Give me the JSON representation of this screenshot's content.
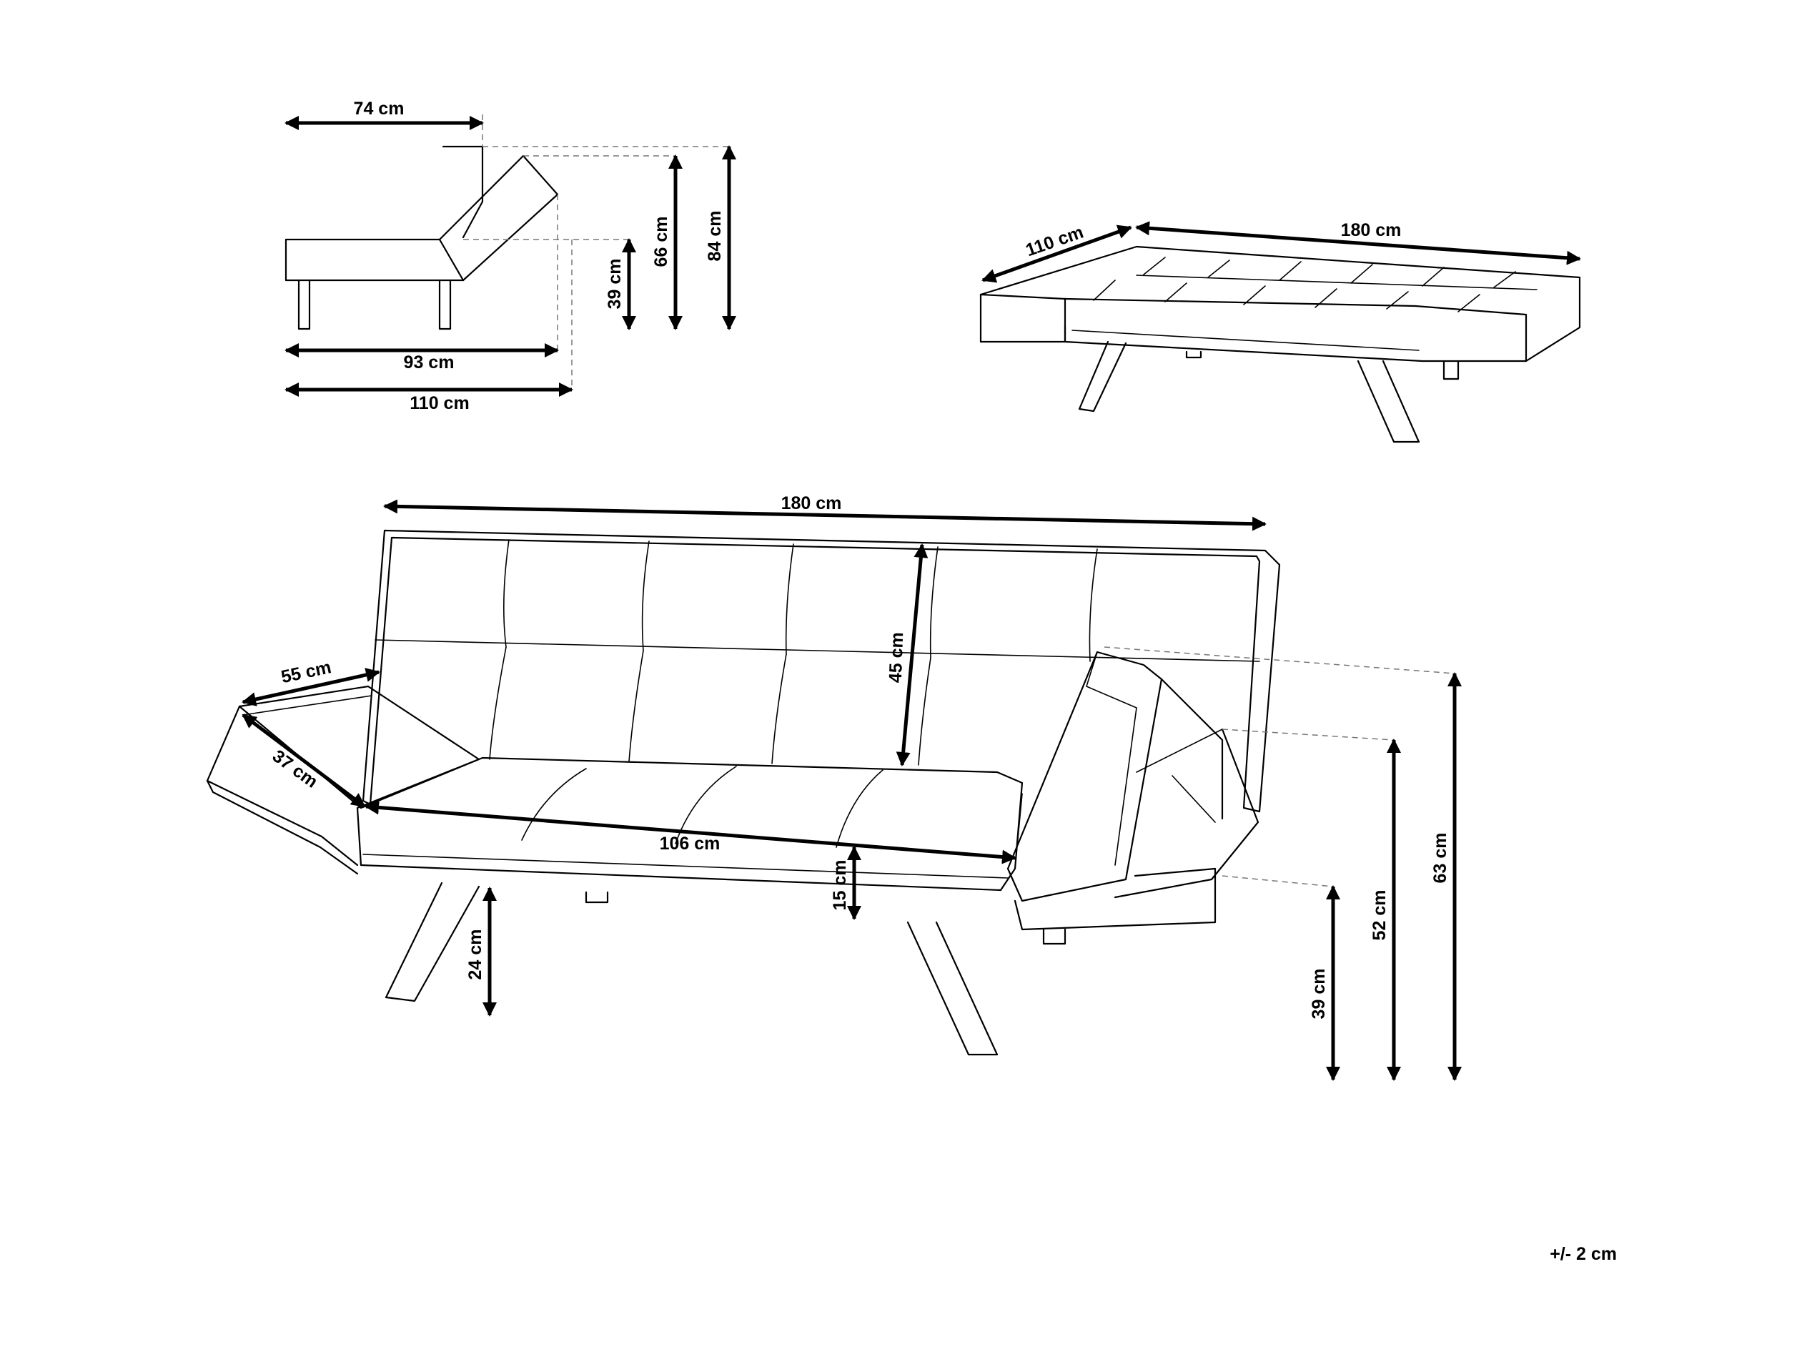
{
  "side_view": {
    "depth_label": "74 cm",
    "seat_height_label": "39 cm",
    "back_height_label": "66 cm",
    "total_height_label": "84 cm",
    "seat_depth_label": "93 cm",
    "total_depth_label": "110 cm"
  },
  "bed_view": {
    "depth_label": "110 cm",
    "width_label": "180 cm"
  },
  "front_view": {
    "width_label": "180 cm",
    "back_height_label": "45 cm",
    "armrest_length_label": "55 cm",
    "armrest_width_label": "37 cm",
    "seat_width_label": "106 cm",
    "seat_thickness_label": "15 cm",
    "leg_height_label": "24 cm",
    "seat_height_label": "39 cm",
    "armrest_height_label": "52 cm",
    "total_height_label": "63 cm"
  },
  "tolerance_label": "+/- 2 cm",
  "colors": {
    "line": "#000000",
    "guide": "#777777",
    "background": "#ffffff"
  }
}
